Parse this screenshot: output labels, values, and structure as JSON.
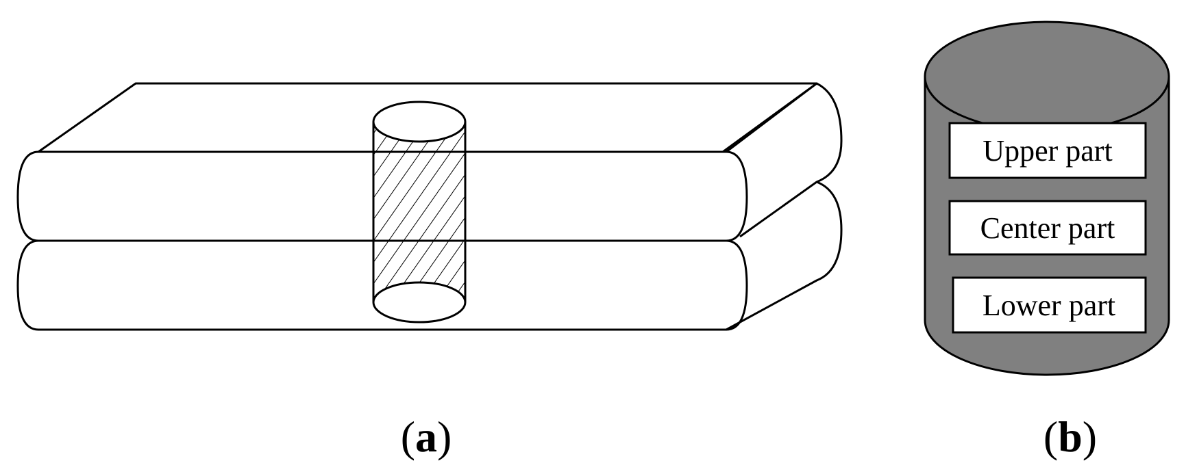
{
  "panels": [
    {
      "id": "a",
      "label_open": "(",
      "label_letter": "a",
      "label_close": ")"
    },
    {
      "id": "b",
      "label_open": "(",
      "label_letter": "b",
      "label_close": ")",
      "parts": [
        "Upper part",
        "Center part",
        "Lower part"
      ],
      "fill_color": "#808080"
    }
  ]
}
